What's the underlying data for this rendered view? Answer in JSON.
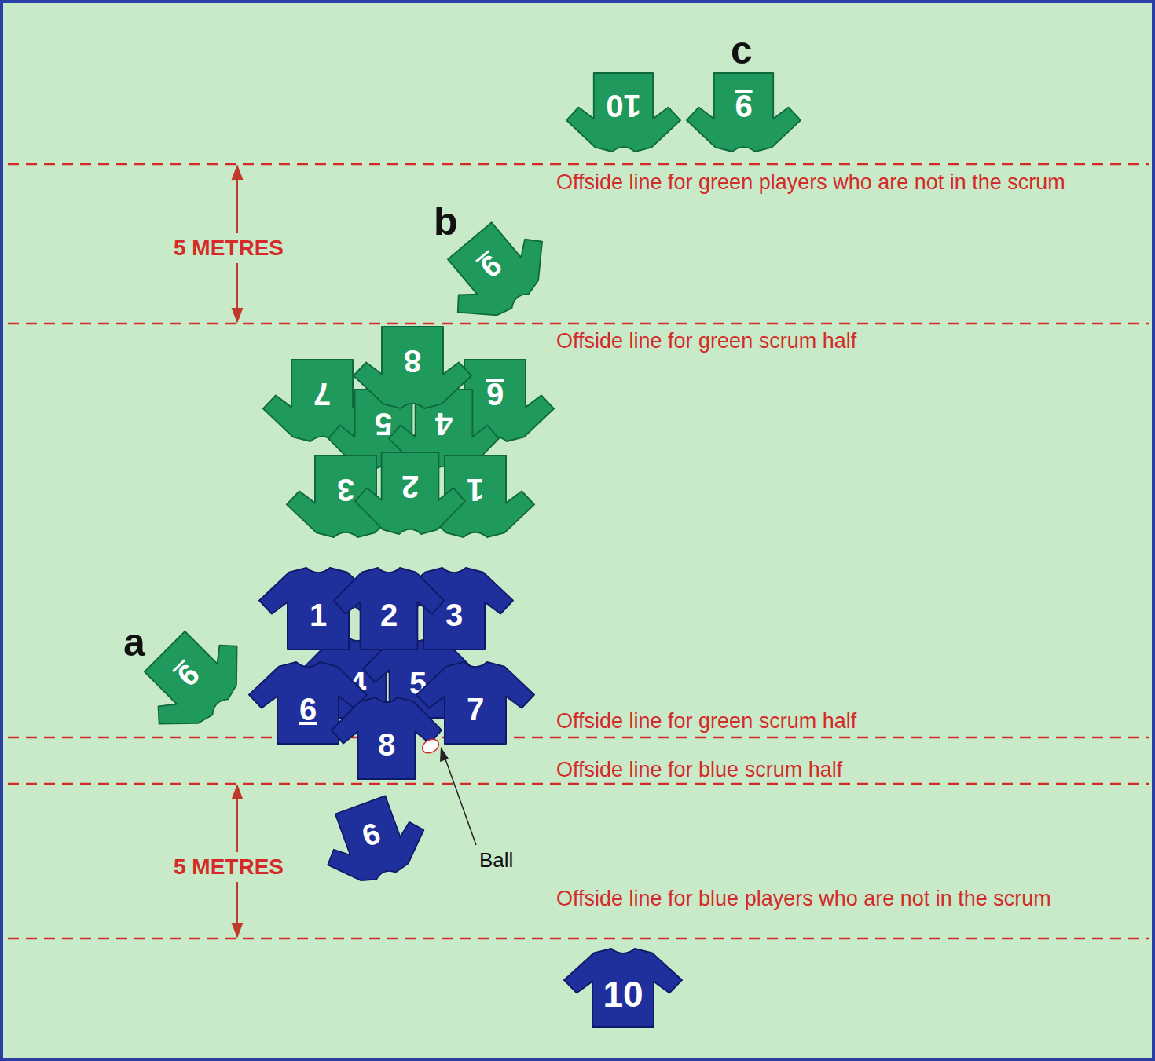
{
  "diagram": {
    "nodes": [
      {
        "text": [
          "10"
        ]
      },
      {
        "text": [
          "9"
        ]
      },
      {
        "text": [
          "9"
        ]
      },
      {
        "text": [
          "8"
        ]
      },
      {
        "text": [
          "7"
        ]
      },
      {
        "text": [
          "6"
        ]
      },
      {
        "text": [
          "5"
        ]
      },
      {
        "text": [
          "4"
        ]
      },
      {
        "text": [
          "3"
        ]
      },
      {
        "text": [
          "2"
        ]
      },
      {
        "text": [
          "1"
        ]
      },
      {
        "text": [
          "1"
        ]
      },
      {
        "text": [
          "2"
        ]
      },
      {
        "text": [
          "3"
        ]
      },
      {
        "text": [
          "9"
        ]
      },
      {
        "text": [
          "6"
        ]
      },
      {
        "text": [
          "4"
        ]
      },
      {
        "text": [
          "5"
        ]
      },
      {
        "text": [
          "7"
        ]
      },
      {
        "text": [
          "8"
        ]
      },
      {
        "text": [
          "9"
        ]
      },
      {
        "text": [
          "10"
        ]
      }
    ],
    "labels": [
      "c",
      "Offside line for green players who are not in the scrum",
      "b",
      "5 METRES",
      "Offside line for green scrum half",
      "a",
      "Offside line for green scrum half",
      "Offside line for blue scrum half",
      "5 METRES",
      "Ball",
      "Offside line for blue players who are not in the scrum"
    ]
  }
}
